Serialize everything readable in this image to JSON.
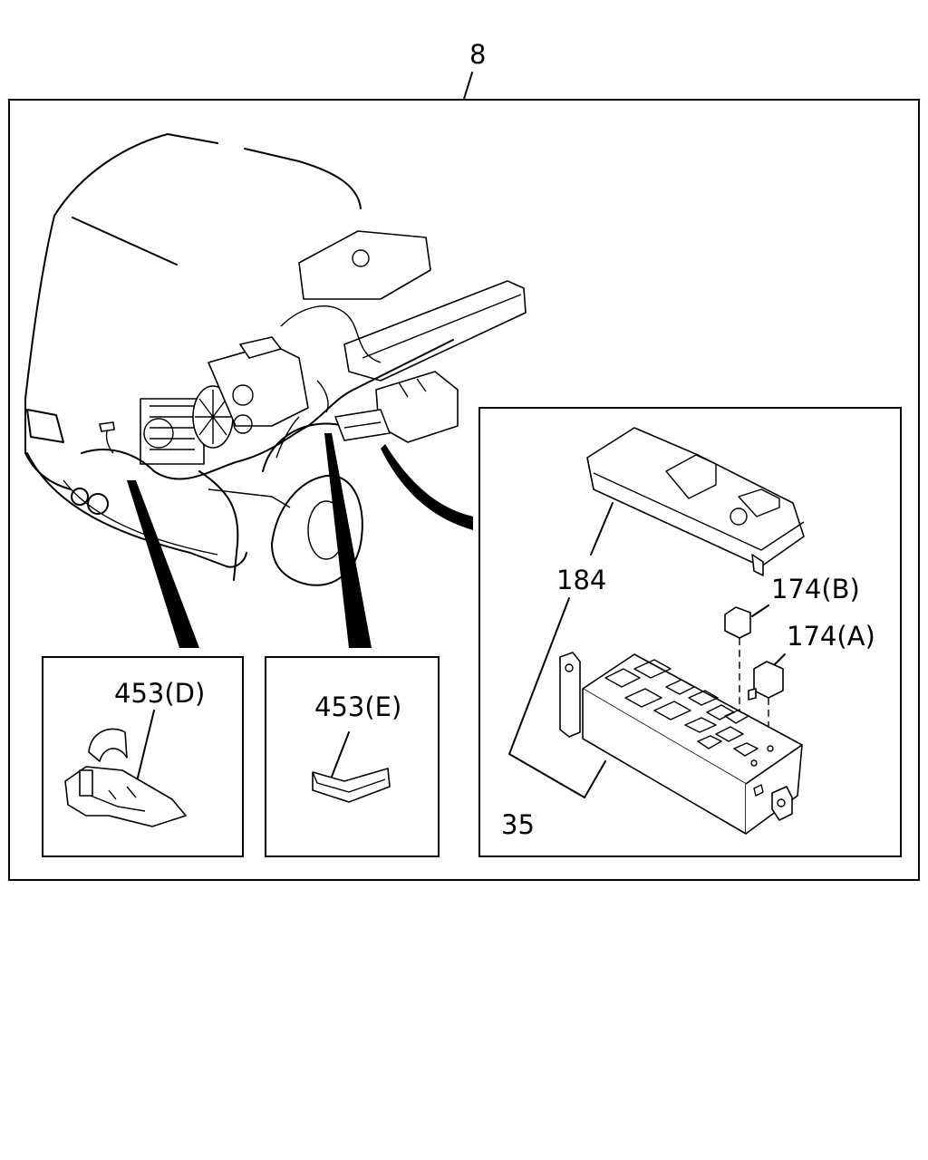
{
  "labels": {
    "main": "8",
    "detail_d": "453(D)",
    "detail_e": "453(E)",
    "cover": "184",
    "relay_b": "174(B)",
    "relay_a": "174(A)",
    "fuse_box": "35"
  }
}
